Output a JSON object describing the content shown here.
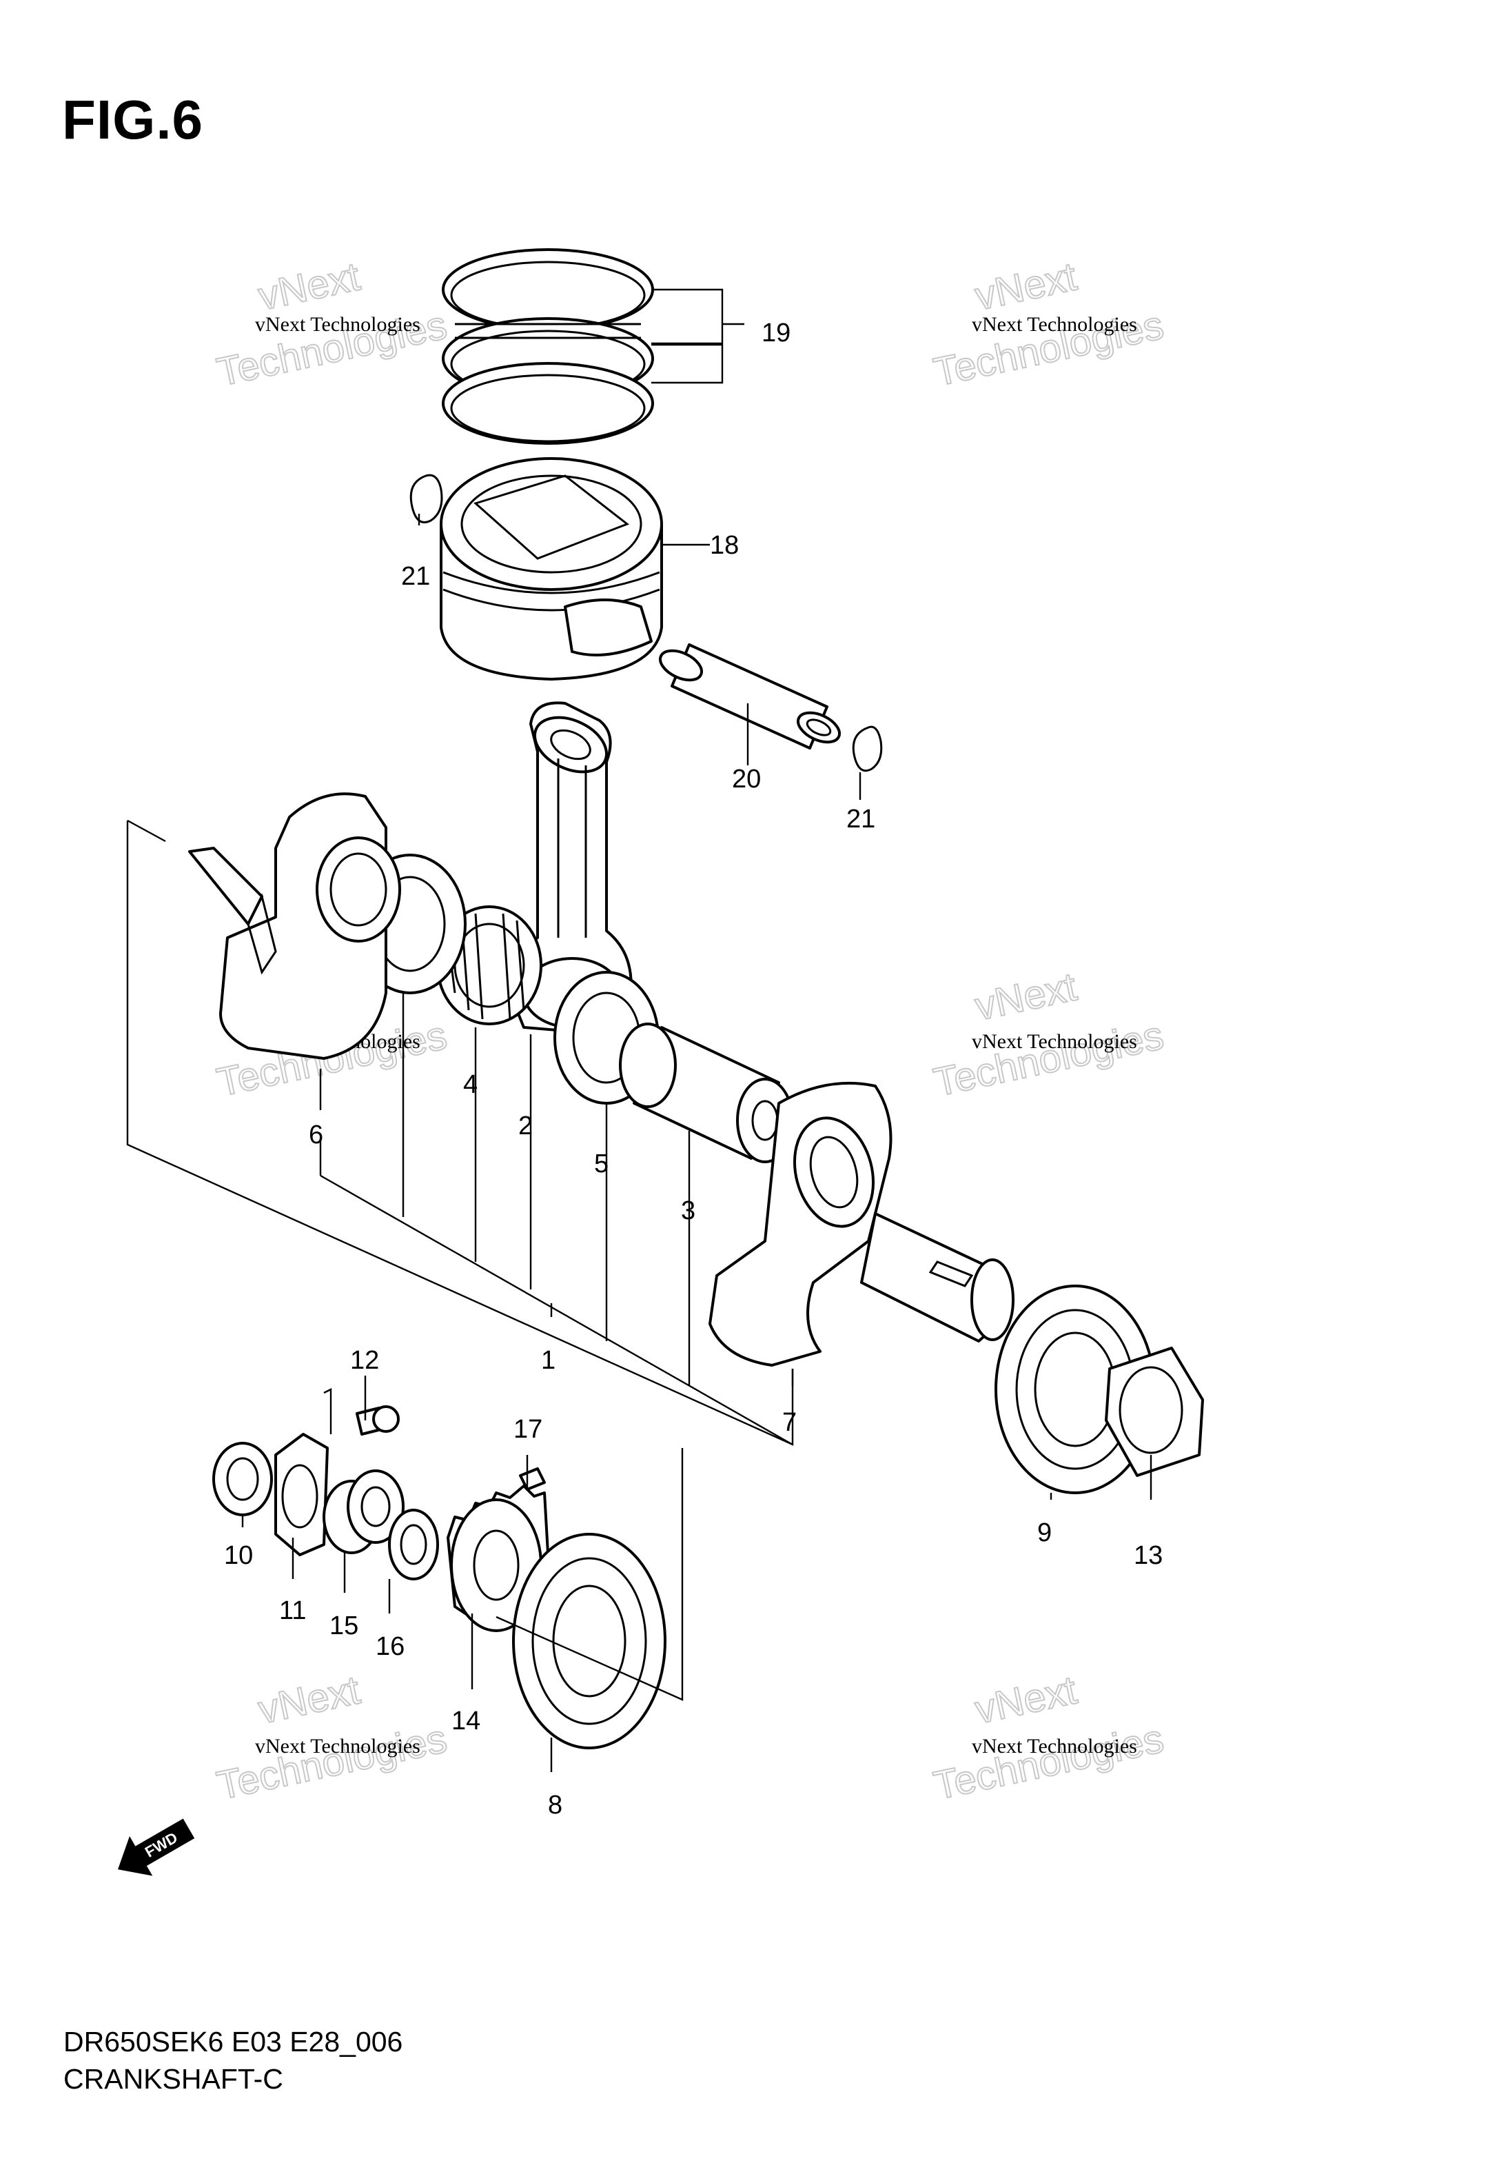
{
  "figure": {
    "title": "FIG.6"
  },
  "footer": {
    "drawing_code": "DR650SEK6 E03 E28_006",
    "assembly_name": "CRANKSHAFT-C"
  },
  "watermark": {
    "line1": "vNext Technologies",
    "brand_top": "vNext",
    "brand_bottom": "Technologies"
  },
  "fwd_arrow": {
    "label": "FWD"
  },
  "callouts": {
    "p1": "1",
    "p2": "2",
    "p3": "3",
    "p4": "4",
    "p5": "5",
    "p6": "6",
    "p7": "7",
    "p8": "8",
    "p9": "9",
    "p10": "10",
    "p11": "11",
    "p12": "12",
    "p13": "13",
    "p14": "14",
    "p15": "15",
    "p16": "16",
    "p17": "17",
    "p18": "18",
    "p19": "19",
    "p20": "20",
    "p21a": "21",
    "p21b": "21"
  }
}
